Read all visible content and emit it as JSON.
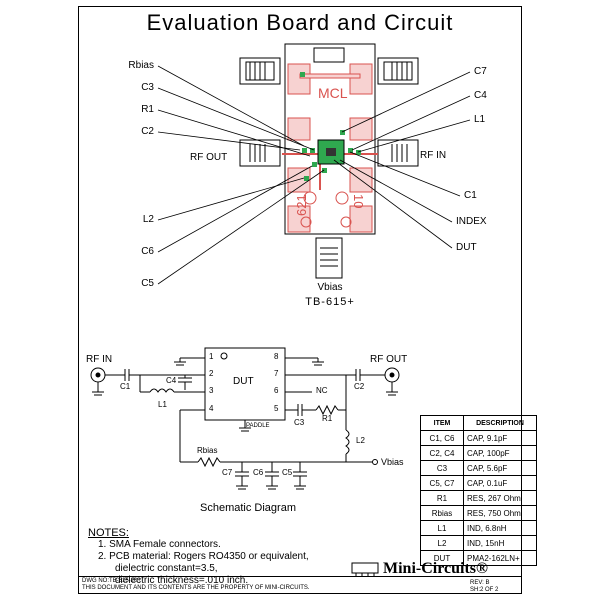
{
  "title": "Evaluation Board and Circuit",
  "board": {
    "name": "TB-615+",
    "mcl_marking": "MCL",
    "marking_left": "621",
    "marking_right": "10",
    "callouts_left": [
      "Rbias",
      "C3",
      "R1",
      "C2",
      "RF OUT",
      "L2",
      "C6",
      "C5"
    ],
    "callouts_right": [
      "C7",
      "C4",
      "L1",
      "RF IN",
      "C1",
      "INDEX",
      "DUT"
    ],
    "vbias_label": "Vbias"
  },
  "schematic": {
    "title": "Schematic Diagram",
    "rf_in": "RF IN",
    "rf_out": "RF OUT",
    "dut_label": "DUT",
    "pins_left": [
      "1",
      "2",
      "3",
      "4"
    ],
    "pins_right": [
      "8",
      "7",
      "6",
      "5"
    ],
    "nc_label": "NC",
    "paddle_label": "PADDLE",
    "parts": {
      "c1": "C1",
      "c4": "C4",
      "l1": "L1",
      "c2": "C2",
      "c3": "C3",
      "r1": "R1",
      "l2": "L2",
      "rbias": "Rbias",
      "c7": "C7",
      "c6": "C6",
      "c5": "C5",
      "vbias": "Vbias"
    }
  },
  "bom": {
    "headers": [
      "ITEM",
      "DESCRIPTION"
    ],
    "rows": [
      [
        "C1, C6",
        "CAP, 9.1pF"
      ],
      [
        "C2, C4",
        "CAP, 100pF"
      ],
      [
        "C3",
        "CAP, 5.6pF"
      ],
      [
        "C5, C7",
        "CAP, 0.1uF"
      ],
      [
        "R1",
        "RES, 267 Ohm"
      ],
      [
        "Rbias",
        "RES, 750 Ohm"
      ],
      [
        "L1",
        "IND, 6.8nH"
      ],
      [
        "L2",
        "IND, 15nH"
      ],
      [
        "DUT",
        "PMA2-162LN+"
      ]
    ]
  },
  "notes": {
    "header": "NOTES:",
    "items": [
      "1. SMA Female connectors.",
      "2. PCB material: Rogers RO4350 or equivalent,"
    ],
    "sub_items": [
      "dielectric constant=3.5,",
      "dielectric thickness=.010 inch."
    ]
  },
  "logo": "Mini-Circuits®",
  "footer": {
    "dwg_no": "DWG NO:TB-615-20+",
    "property": "THIS DOCUMENT AND ITS CONTENTS ARE THE PROPERTY OF MINI-CIRCUITS.",
    "rev": "REV: B",
    "sheet": "SH:2 OF 2"
  },
  "colors": {
    "pcb_red": "#d9534f",
    "pad_green": "#2fa84f",
    "dark": "#333333"
  }
}
